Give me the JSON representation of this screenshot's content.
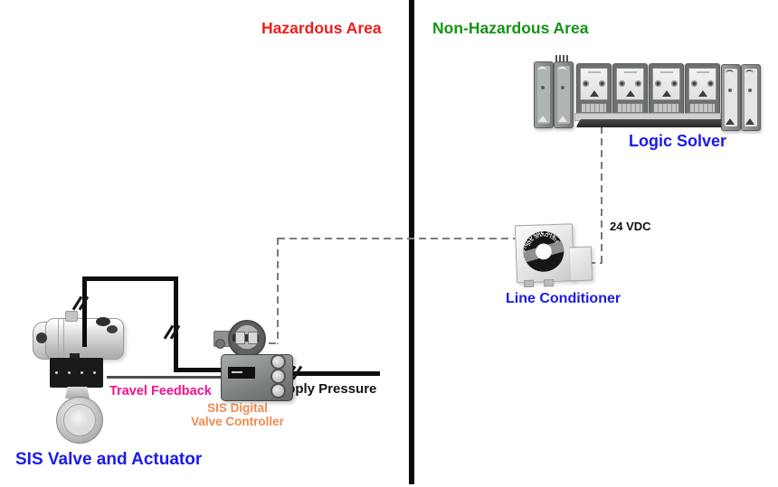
{
  "areas": {
    "hazardous": {
      "label": "Hazardous Area",
      "color": "#ee1c1c"
    },
    "non_hazardous": {
      "label": "Non-Hazardous Area",
      "color": "#149314"
    }
  },
  "components": {
    "logic_solver": {
      "label": "Logic Solver",
      "label_color": "#1a1ae8"
    },
    "line_conditioner": {
      "label": "Line Conditioner",
      "label_color": "#1a1ae8",
      "emblem_text": "FIELDVUE SIS"
    },
    "valve_controller": {
      "label_line1": "SIS Digital",
      "label_line2": "Valve Controller",
      "label_color": "#f28a50"
    },
    "valve_and_actuator": {
      "label": "SIS Valve and Actuator",
      "label_color": "#1a1ae8"
    }
  },
  "connections": {
    "dc_power": {
      "label": "24 VDC"
    },
    "travel_feedback": {
      "label": "Travel Feedback",
      "label_color": "#f5128c"
    },
    "supply_pressure": {
      "label": "Supply Pressure"
    }
  }
}
